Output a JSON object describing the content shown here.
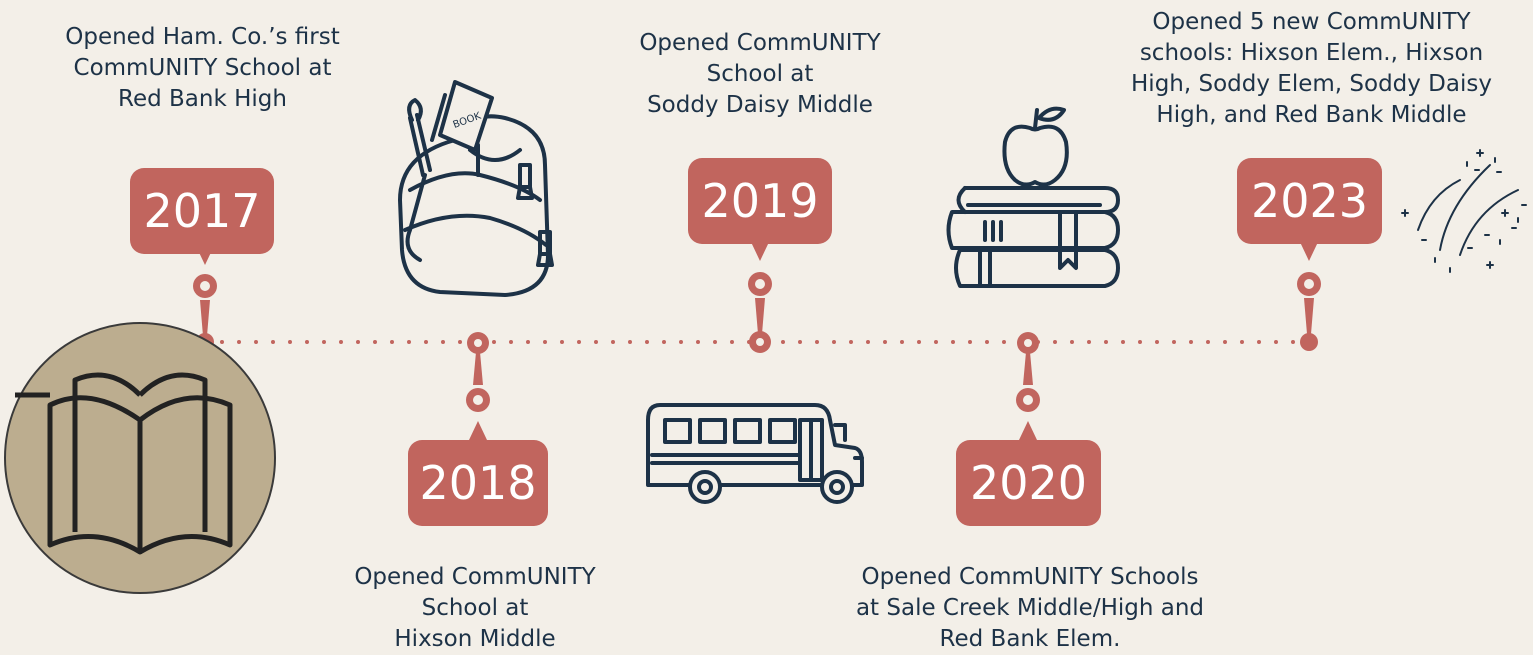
{
  "colors": {
    "background": "#f3efe8",
    "accent": "#c1655e",
    "ink": "#1d3247",
    "book_circle": "#bcad8f"
  },
  "milestones": [
    {
      "year": "2017",
      "caption": "Opened Ham. Co.’s first\nCommUNITY School at\nRed Bank High"
    },
    {
      "year": "2018",
      "caption": "Opened CommUNITY\nSchool at\nHixson Middle"
    },
    {
      "year": "2019",
      "caption": "Opened CommUNITY\nSchool at\nSoddy Daisy Middle"
    },
    {
      "year": "2020",
      "caption": "Opened CommUNITY Schools\nat Sale Creek Middle/High and\nRed Bank Elem."
    },
    {
      "year": "2023",
      "caption": "Opened 5 new CommUNITY\nschools: Hixson Elem., Hixson\nHigh, Soddy Elem, Soddy Daisy\nHigh, and Red Bank Middle"
    }
  ],
  "icons": {
    "backpack_label": "BOOK"
  }
}
